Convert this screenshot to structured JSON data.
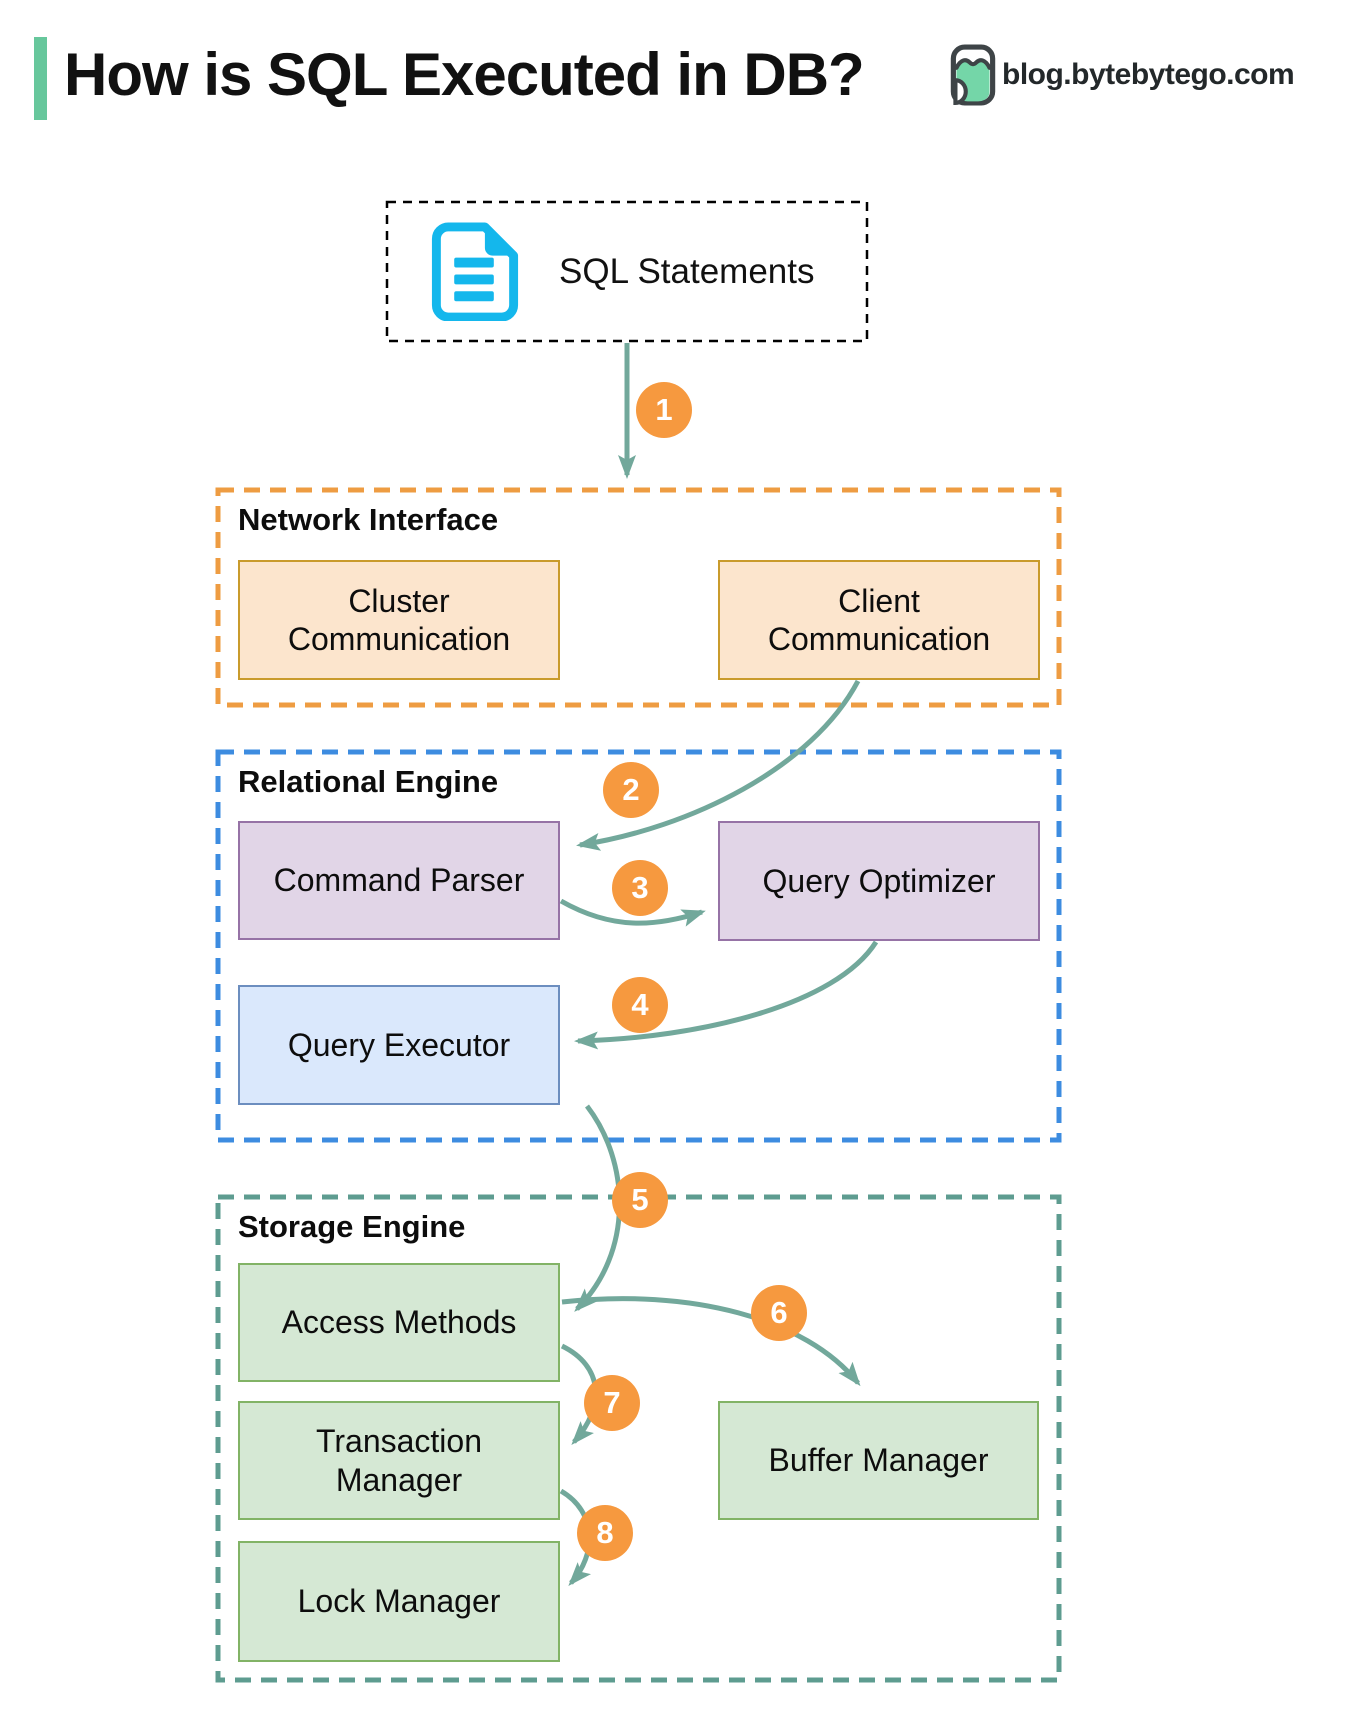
{
  "header": {
    "title": "How is SQL Executed in DB?",
    "logo_text": "blog.bytebytego.com"
  },
  "sql": {
    "label": "SQL Statements"
  },
  "sections": {
    "network": {
      "label": "Network Interface",
      "boxes": {
        "cluster": "Cluster Communication",
        "client": "Client Communication"
      }
    },
    "relational": {
      "label": "Relational Engine",
      "boxes": {
        "command_parser": "Command Parser",
        "query_optimizer": "Query Optimizer",
        "query_executor": "Query Executor"
      }
    },
    "storage": {
      "label": "Storage Engine",
      "boxes": {
        "access_methods": "Access Methods",
        "transaction_manager": "Transaction Manager",
        "lock_manager": "Lock Manager",
        "buffer_manager": "Buffer Manager"
      }
    }
  },
  "steps": [
    "1",
    "2",
    "3",
    "4",
    "5",
    "6",
    "7",
    "8"
  ],
  "icons": {
    "sql_document": "document-icon",
    "logo": "owl-icon"
  },
  "colors": {
    "c-accent": "#67C79C",
    "c-arrow": "#72A89B",
    "c-badge": "#F6993F",
    "c-orange-dash": "#EE9C42",
    "c-blue-dash": "#3D8CE0",
    "c-teal-dash": "#5E9C90",
    "c-peach-fill": "#FCE5CD",
    "c-peach-border": "#C99B2C",
    "c-purple-fill": "#E1D5E7",
    "c-purple-border": "#9673A6",
    "c-blue-fill": "#DAE8FC",
    "c-blue-border": "#6C8EBF",
    "c-green-fill": "#D5E8D4",
    "c-green-border": "#82B366",
    "c-cyan": "#14B7EC",
    "c-logo-dark": "#3E4447",
    "c-logo-mint": "#74D6A8"
  }
}
